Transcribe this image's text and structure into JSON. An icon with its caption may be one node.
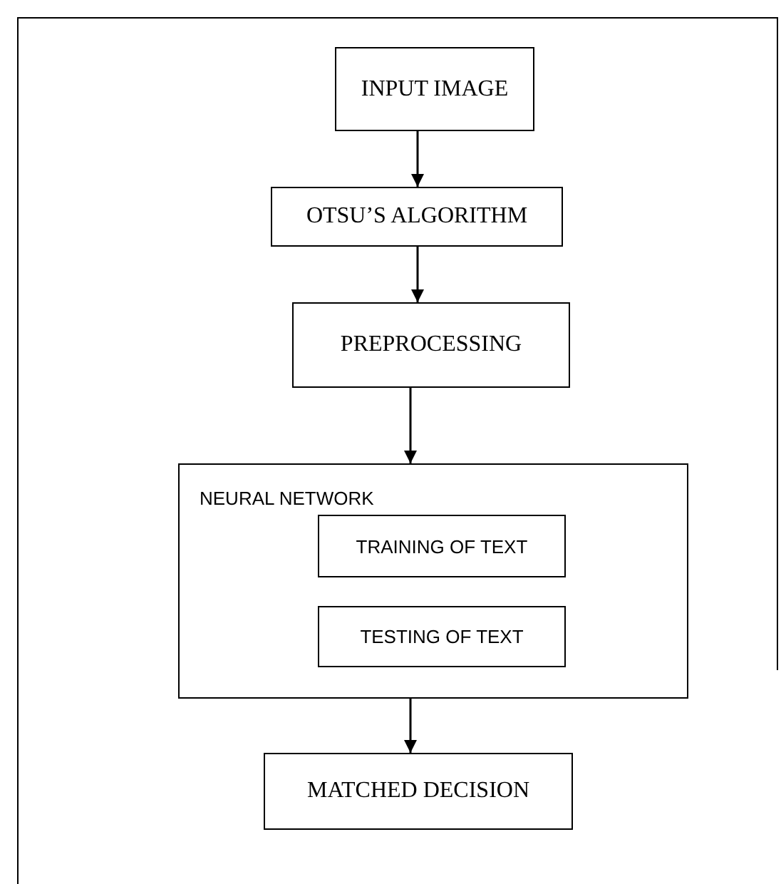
{
  "diagram": {
    "nodes": [
      {
        "text": [
          "INPUT IMAGE"
        ]
      },
      {
        "text": [
          "OTSU’S ALGORITHM"
        ]
      },
      {
        "text": [
          "PREPROCESSING"
        ]
      },
      {
        "text": [
          "NEURAL NETWORK"
        ]
      },
      {
        "text": [
          "TRAINING OF TEXT"
        ],
        "in": 3
      },
      {
        "text": [
          "TESTING OF TEXT"
        ],
        "in": 3
      },
      {
        "text": [
          "MATCHED DECISION"
        ]
      }
    ],
    "edges": [
      {
        "from": 0,
        "to": 1,
        "arrow": "to"
      },
      {
        "from": 1,
        "to": 2,
        "arrow": "to"
      },
      {
        "from": 2,
        "to": 3,
        "arrow": "to"
      },
      {
        "from": 3,
        "to": 6,
        "arrow": "to"
      }
    ]
  }
}
